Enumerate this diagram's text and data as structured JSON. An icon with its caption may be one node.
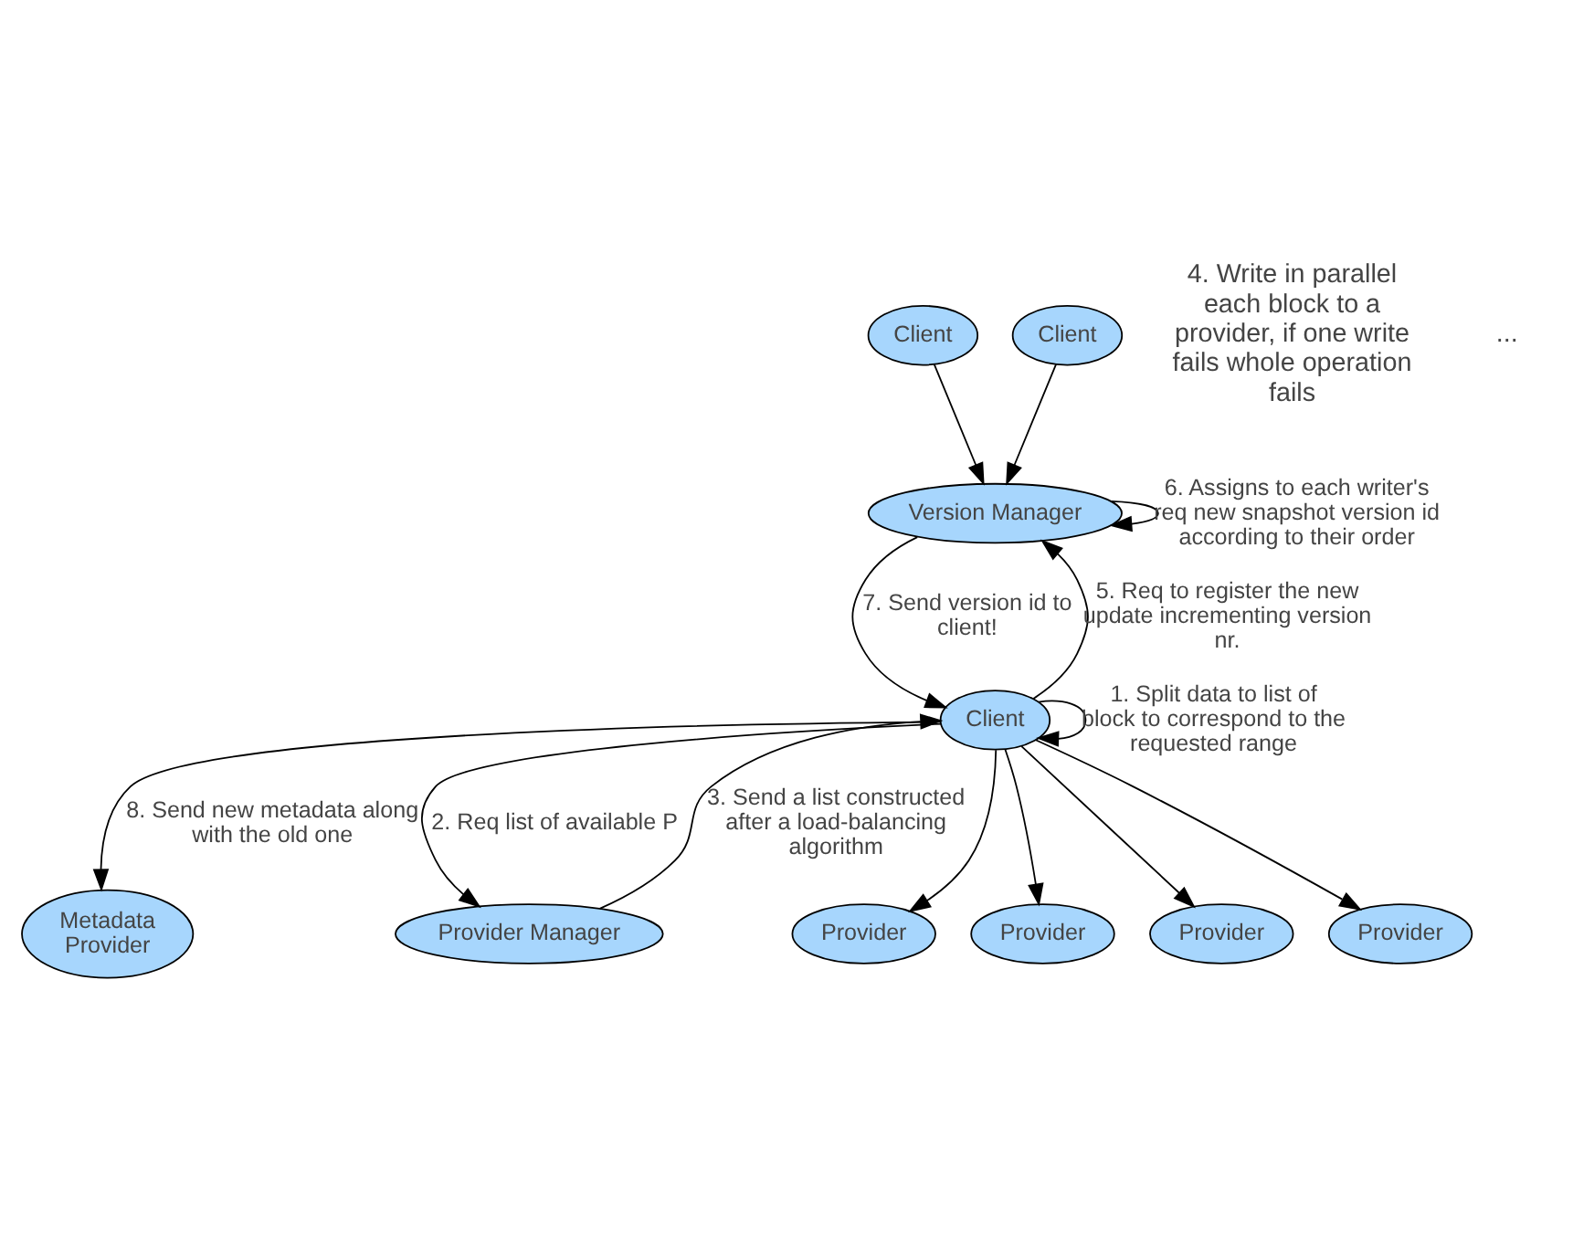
{
  "diagram": {
    "nodes": [
      {
        "text": [
          "Client"
        ]
      },
      {
        "text": [
          "Client"
        ]
      },
      {
        "text": [
          "Client"
        ]
      },
      {
        "text": [
          "Metadata Provider"
        ]
      },
      {
        "text": [
          "Provider Manager"
        ]
      },
      {
        "text": [
          "Provider"
        ]
      },
      {
        "text": [
          "Provider"
        ]
      },
      {
        "text": [
          "Provider"
        ]
      },
      {
        "text": [
          "Provider"
        ]
      },
      {
        "text": [
          "Version Manager"
        ]
      }
    ],
    "edges": [
      {
        "from": 0,
        "to": 9,
        "arrow": "to"
      },
      {
        "from": 1,
        "to": 9,
        "arrow": "to"
      },
      {
        "from": 2,
        "to": 2,
        "arrow": "to",
        "label": "1. Split data to list of block to correspond to the requested range"
      },
      {
        "from": 2,
        "to": 3,
        "arrow": "to",
        "label": "8. Send new metadata along with the old one"
      },
      {
        "from": 2,
        "to": 4,
        "arrow": "to",
        "label": "2. Req list of available P"
      },
      {
        "from": 4,
        "to": 2,
        "arrow": "to",
        "label": "3. Send a list constructed after a load-balancing algorithm"
      },
      {
        "from": 2,
        "to": 5,
        "arrow": "to"
      },
      {
        "from": 2,
        "to": 6,
        "arrow": "to"
      },
      {
        "from": 2,
        "to": 7,
        "arrow": "to"
      },
      {
        "from": 2,
        "to": 8,
        "arrow": "to"
      },
      {
        "from": 2,
        "to": 9,
        "arrow": "to",
        "label": "5. Req to register the new update incrementing version nr."
      },
      {
        "from": 9,
        "to": 2,
        "arrow": "to",
        "label": "7. Send version id to client!"
      },
      {
        "from": 9,
        "to": 9,
        "arrow": "to",
        "label": "6. Assigns to each writer's req new snapshot version id according to their order"
      }
    ],
    "labels": [
      "4. Write in parallel each block to a provider, if one write fails whole operation fails",
      "..."
    ]
  }
}
